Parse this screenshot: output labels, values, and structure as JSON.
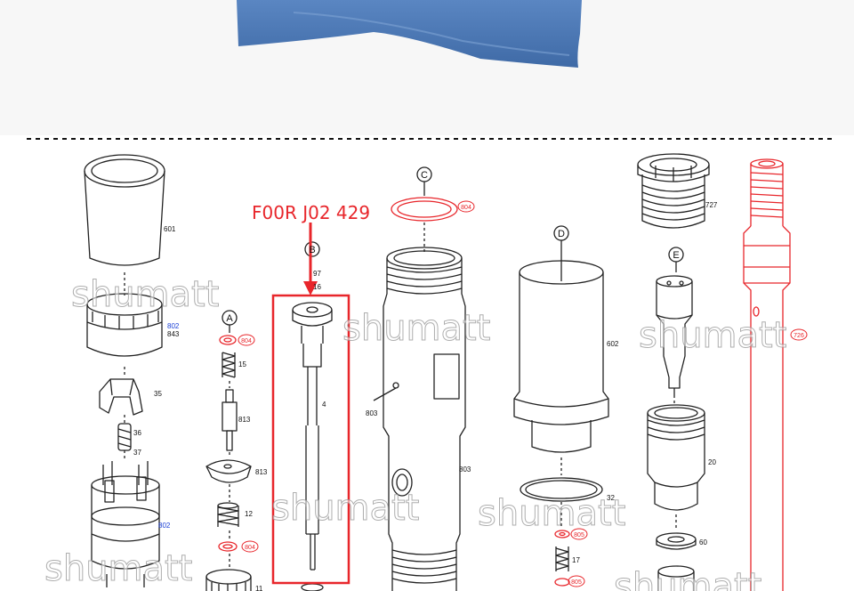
{
  "headline": "F00R J02 429",
  "watermark": "shumatt",
  "callouts": {
    "A": "A",
    "B": "B",
    "C": "C",
    "D": "D",
    "E": "E"
  },
  "parts": {
    "p601": "601",
    "p802a": "802",
    "p843": "843",
    "p35": "35",
    "p36": "36",
    "p37": "37",
    "p802b": "802",
    "p804a": "804",
    "p15": "15",
    "p813a": "813",
    "p813b": "813",
    "p12": "12",
    "p804b": "804",
    "p11": "11",
    "p97": "97",
    "p16": "16",
    "p4": "4",
    "p804c": "804",
    "p803a": "803",
    "p803b": "803",
    "p602": "602",
    "p32": "32",
    "p805a": "805",
    "p17": "17",
    "p805b": "805",
    "p727": "727",
    "p20": "20",
    "p60": "60",
    "p726": "726"
  },
  "colors": {
    "highlight": "#e8262b",
    "part_blue": "#1a3fd6",
    "line": "#222222",
    "bag": "#4a76b0"
  }
}
